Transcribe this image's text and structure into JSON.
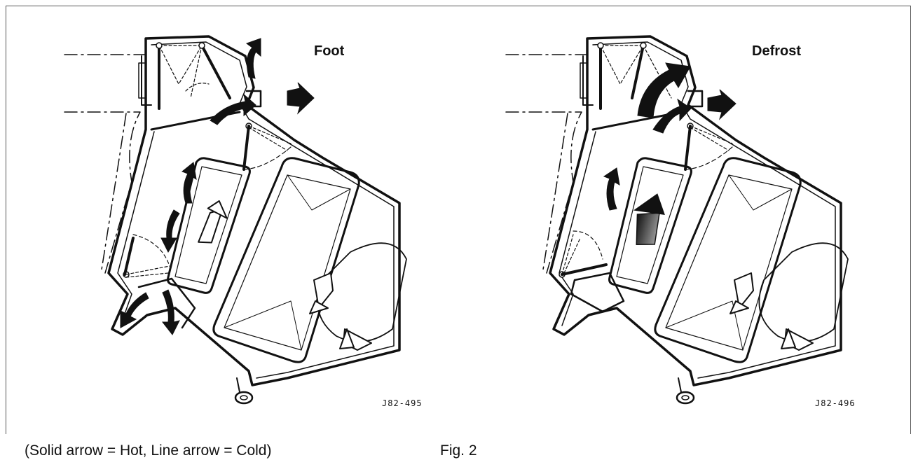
{
  "diagrams": [
    {
      "mode_label": "Foot",
      "ref_code": "J82-495"
    },
    {
      "mode_label": "Defrost",
      "ref_code": "J82-496"
    }
  ],
  "caption": {
    "legend": "(Solid arrow = Hot, Line arrow  = Cold)",
    "figure": "Fig. 2"
  },
  "colors": {
    "ink": "#111111",
    "paper": "#ffffff",
    "frame": "#555555"
  }
}
